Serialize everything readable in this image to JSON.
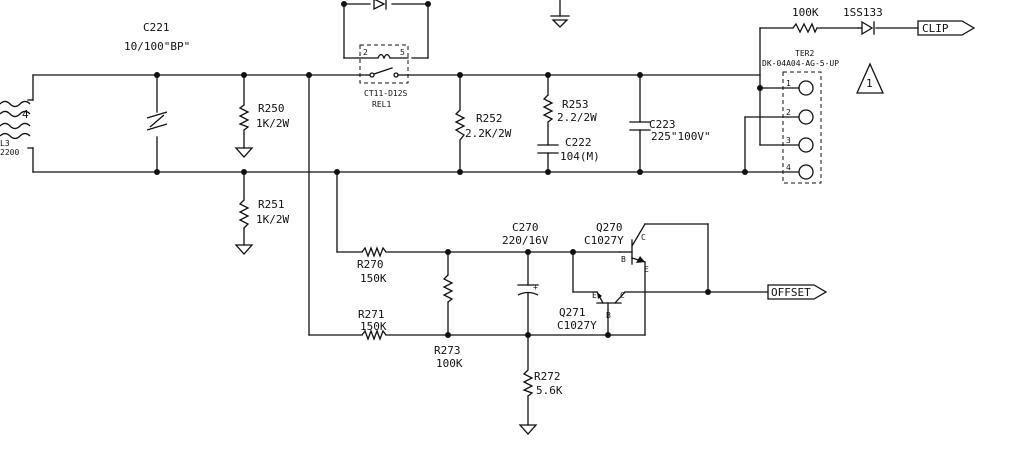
{
  "diagram": {
    "components": {
      "c221": {
        "ref": "C221",
        "value": "10/100\"BP\""
      },
      "r250": {
        "ref": "R250",
        "value": "1K/2W"
      },
      "r251": {
        "ref": "R251",
        "value": "1K/2W"
      },
      "rel1": {
        "part": "CT11-D12S",
        "ref": "REL1",
        "pin2": "2",
        "pin5": "5"
      },
      "r252": {
        "ref": "R252",
        "value": "2.2K/2W"
      },
      "r253": {
        "ref": "R253",
        "value": "2.2/2W"
      },
      "c222": {
        "ref": "C222",
        "value": "104(M)"
      },
      "c223": {
        "ref": "C223",
        "value": "225\"100V\""
      },
      "r_clip": {
        "value": "100K"
      },
      "d_clip": {
        "value": "1SS133"
      },
      "ter2": {
        "ref": "TER2",
        "part": "DK-04A04-AG-5-UP",
        "pins": [
          "1",
          "2",
          "3",
          "4"
        ]
      },
      "l3": {
        "ref": "L3",
        "value": "2200",
        "pin": "4"
      },
      "c270": {
        "ref": "C270",
        "value": "220/16V"
      },
      "q270": {
        "ref": "Q270",
        "value": "C1027Y",
        "pin_b": "B",
        "pin_c": "C",
        "pin_e": "E"
      },
      "q271": {
        "ref": "Q271",
        "value": "C1027Y",
        "pin_b": "B",
        "pin_c": "C",
        "pin_e": "E"
      },
      "r270": {
        "ref": "R270",
        "value": "150K"
      },
      "r271": {
        "ref": "R271",
        "value": "150K"
      },
      "r273": {
        "ref": "R273",
        "value": "100K"
      },
      "r272": {
        "ref": "R272",
        "value": "5.6K"
      }
    },
    "ports": {
      "clip": "CLIP",
      "offset": "OFFSET"
    },
    "warning_mark": "1"
  }
}
